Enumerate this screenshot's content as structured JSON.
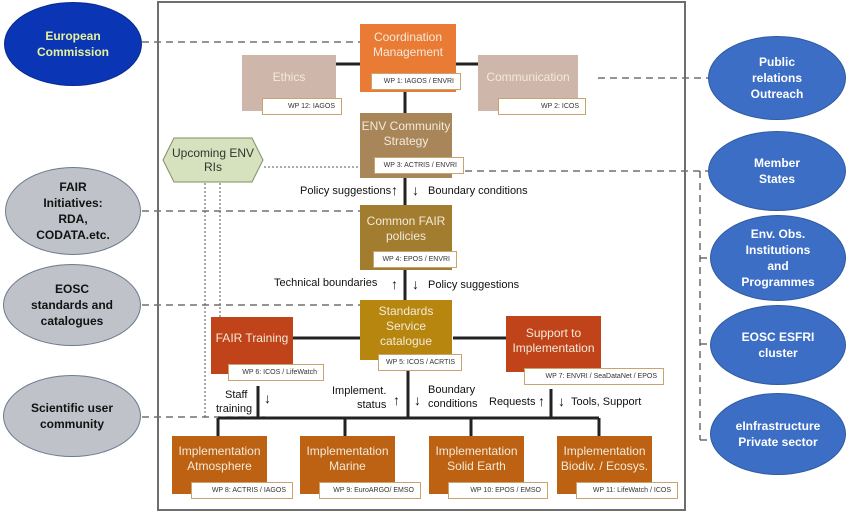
{
  "external_left": [
    {
      "id": "european-commission",
      "label": "European Commission"
    },
    {
      "id": "fair-initiatives",
      "label": "FAIR Initiatives: RDA, CODATA.etc."
    },
    {
      "id": "eosc-standards",
      "label": "EOSC standards and catalogues"
    },
    {
      "id": "scientific-users",
      "label": "Scientific user community"
    }
  ],
  "external_right": [
    {
      "id": "public-relations",
      "label": "Public relations Outreach"
    },
    {
      "id": "member-states",
      "label": "Member States"
    },
    {
      "id": "env-obs",
      "label": "Env. Obs. Institutions and Programmes"
    },
    {
      "id": "eosc-esfri",
      "label": "EOSC ESFRI cluster"
    },
    {
      "id": "einfrastructure",
      "label": "eInfrastructure Private sector"
    }
  ],
  "upcoming": {
    "label": "Upcoming ENV RIs"
  },
  "boxes": {
    "coordination": {
      "title": "Coordination Management",
      "wp": "WP 1: IAGOS / ENVRI"
    },
    "ethics": {
      "title": "Ethics",
      "wp": "WP 12: IAGOS"
    },
    "communication": {
      "title": "Communication",
      "wp": "WP 2: ICOS"
    },
    "strategy": {
      "title": "ENV Community Strategy",
      "wp": "WP 3: ACTRIS / ENVRI"
    },
    "fair_policies": {
      "title": "Common FAIR policies",
      "wp": "WP 4: EPOS / ENVRI"
    },
    "standards": {
      "title": "Standards Service catalogue",
      "wp": "WP 5: ICOS / ACRTIS"
    },
    "training": {
      "title": "FAIR Training",
      "wp": "WP 6: ICOS / LifeWatch"
    },
    "support": {
      "title": "Support to Implementation",
      "wp": "WP 7: ENVRI / SeaDataNet / EPOS"
    },
    "atmosphere": {
      "title": "Implementation Atmosphere",
      "wp": "WP 8: ACTRIS / IAGOS"
    },
    "marine": {
      "title": "Implementation Marine",
      "wp": "WP 9: EuroARGO/ EMSO"
    },
    "solid_earth": {
      "title": "Implementation Solid Earth",
      "wp": "WP 10: EPOS / EMSO"
    },
    "biodiv": {
      "title": "Implementation Biodiv. / Ecosys.",
      "wp": "WP 11: LifeWatch / ICOS"
    }
  },
  "flow_labels": {
    "policy_suggestions_up": "Policy suggestions",
    "boundary_conditions_down": "Boundary  conditions",
    "technical_boundaries": "Technical boundaries",
    "policy_suggestions_down": "Policy suggestions",
    "staff": "Staff",
    "training": "training",
    "implement": "Implement.",
    "status": "status",
    "boundary": "Boundary",
    "conditions": "conditions",
    "requests": "Requests",
    "tools_support": "Tools, Support"
  },
  "arrows": {
    "up": "↑",
    "down": "↓"
  },
  "colors": {
    "coordination": "#e97b35",
    "ethics": "#ceb6ab",
    "strategy": "#a8865a",
    "fair_policies": "#a27c2f",
    "standards": "#b7860f",
    "training": "#c0431a",
    "support": "#c0431a",
    "implementation": "#bd6112",
    "upcoming": "#d6e2bd"
  }
}
